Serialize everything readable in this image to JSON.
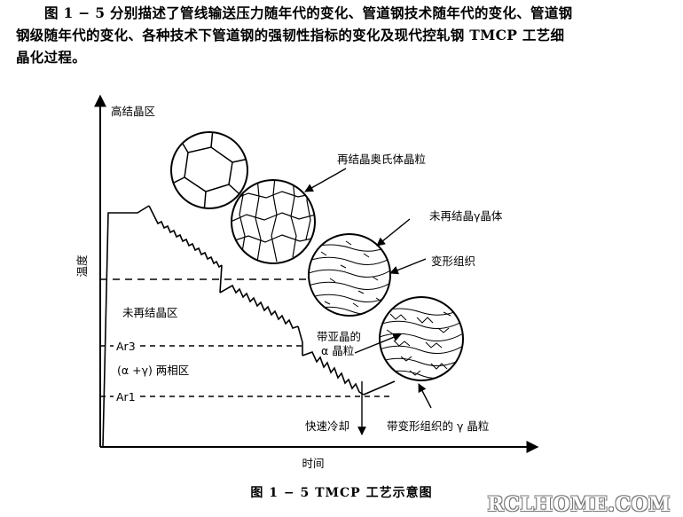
{
  "paragraph": {
    "line1": "图 1 − 5 分别描述了管线输送压力随年代的变化、管道钢技术随年代的变化、管道钢",
    "line2": "钢级随年代的变化、各种技术下管道钢的强韧性指标的变化及现代控轧钢 TMCP 工艺细",
    "line3": "晶化过程。"
  },
  "figure": {
    "y_axis_label": "温度",
    "x_axis_label": "时间",
    "regions": {
      "high_recrystallization": "高结晶区",
      "non_recrystallization": "未再结晶区",
      "two_phase": "(α +γ) 两相区"
    },
    "lines": {
      "ar3": "Ar3",
      "ar1": "Ar1"
    },
    "annotations": {
      "recrystallized_austenite": "再结晶奥氏体晶粒",
      "non_recrystallized_gamma": "未再结晶γ晶体",
      "deformed_structure": "变形组织",
      "subgrain_alpha_line1": "带亚晶的",
      "subgrain_alpha_line2": "α 晶粒",
      "rapid_cooling": "快速冷却",
      "gamma_with_deformation": "带变形组织的 γ 晶粒"
    }
  },
  "caption": "图 1 − 5    TMCP 工艺示意图",
  "watermark": "RCLHOME.COM"
}
